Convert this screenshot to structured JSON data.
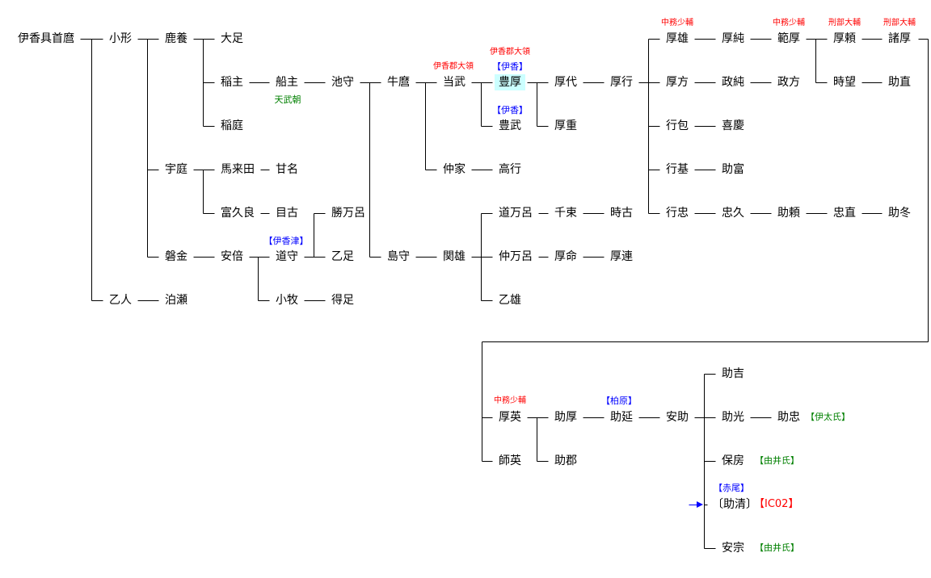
{
  "title": "伊香具首麿 系図",
  "nodes": {
    "a": "伊香具首麿",
    "b": "小形",
    "c": "乙人",
    "d": "鹿養",
    "e": "宇庭",
    "f": "磐金",
    "g": "泊瀬",
    "h": "大足",
    "i": "稲主",
    "j": "稲庭",
    "k": "馬来田",
    "l": "富久良",
    "m": "安倍",
    "n": "船主",
    "o": "甘名",
    "p": "目古",
    "q": "道守",
    "r": "小牧",
    "s": "池守",
    "t": "勝万呂",
    "u": "乙足",
    "v": "得足",
    "w": "牛麿",
    "x": "島守",
    "y": "当武",
    "z": "仲家",
    "aa": "関雄",
    "ab": "豊厚",
    "ac": "豊武",
    "ad": "高行",
    "ae": "道万呂",
    "af": "仲万呂",
    "ag": "乙雄",
    "ah": "厚代",
    "ai": "厚重",
    "aj": "千束",
    "ak": "厚命",
    "al": "厚行",
    "am": "時古",
    "an": "厚連",
    "ao": "厚雄",
    "ap": "厚方",
    "aq": "行包",
    "ar": "行基",
    "as": "行忠",
    "at": "厚純",
    "au": "政純",
    "av": "喜慶",
    "aw": "助富",
    "ax": "忠久",
    "ay": "範厚",
    "az": "政方",
    "ba": "助頼",
    "bb": "厚頼",
    "bc": "時望",
    "bd": "忠直",
    "be": "諸厚",
    "bf": "助直",
    "bg": "助冬",
    "bh": "厚英",
    "bi": "師英",
    "bj": "助厚",
    "bk": "助郡",
    "bl": "助延",
    "bm": "安助",
    "bn": "助吉",
    "bo": "助光",
    "bp": "保房",
    "bq": "〔助清〕",
    "br": "安宗",
    "bs": "助忠"
  },
  "annotations": [
    {
      "text": "天武朝",
      "color": "#008000"
    },
    {
      "text": "伊香郡大領",
      "color": "#ff0000"
    },
    {
      "text": "伊香郡大領",
      "color": "#ff0000"
    },
    {
      "text": "【伊香】",
      "color": "#0000ff"
    },
    {
      "text": "【伊香】",
      "color": "#0000ff"
    },
    {
      "text": "中務少輔",
      "color": "#ff0000"
    },
    {
      "text": "中務少輔",
      "color": "#ff0000"
    },
    {
      "text": "刑部大輔",
      "color": "#ff0000"
    },
    {
      "text": "刑部大輔",
      "color": "#ff0000"
    },
    {
      "text": "【伊香津】",
      "color": "#0000ff"
    },
    {
      "text": "中務少輔",
      "color": "#ff0000"
    },
    {
      "text": "【柏原】",
      "color": "#0000ff"
    },
    {
      "text": "【伊太氏】",
      "color": "#008000"
    },
    {
      "text": "【由井氏】",
      "color": "#008000"
    },
    {
      "text": "【由井氏】",
      "color": "#008000"
    },
    {
      "text": "【赤尾】",
      "color": "#0000ff"
    },
    {
      "text": "【IC02】",
      "color": "#ff0000"
    }
  ],
  "highlight_node": "ab",
  "current_marker": {
    "icon": "arrow-right-icon",
    "target": "bq",
    "color": "#0000ff"
  }
}
